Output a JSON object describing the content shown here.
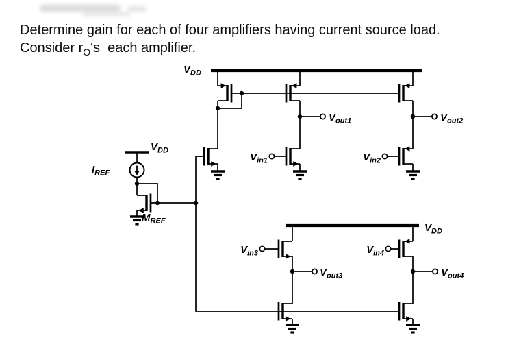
{
  "heading": {
    "line1": "Determine gain for each of four amplifiers having current source load.",
    "line2_prefix": "Consider r",
    "line2_sub": "O",
    "line2_suffix": "'s  each amplifier."
  },
  "labels": {
    "vdd_top": {
      "main": "V",
      "sub": "DD"
    },
    "vdd_mid": {
      "main": "V",
      "sub": "DD"
    },
    "vdd_bottom": {
      "main": "V",
      "sub": "DD"
    },
    "iref": {
      "main": "I",
      "sub": "REF"
    },
    "mref": {
      "main": "M",
      "sub": "REF"
    },
    "vin1": {
      "main": "V",
      "sub": "in1"
    },
    "vin2": {
      "main": "V",
      "sub": "in2"
    },
    "vin3": {
      "main": "V",
      "sub": "in3"
    },
    "vin4": {
      "main": "V",
      "sub": "in4"
    },
    "vout1": {
      "main": "V",
      "sub": "out1"
    },
    "vout2": {
      "main": "V",
      "sub": "out2"
    },
    "vout3": {
      "main": "V",
      "sub": "out3"
    },
    "vout4": {
      "main": "V",
      "sub": "out4"
    }
  }
}
